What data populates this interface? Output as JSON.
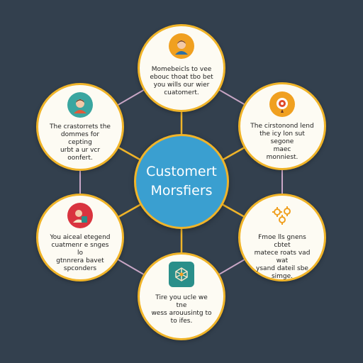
{
  "center": {
    "line1": "Customert",
    "line2": "Morsfiers"
  },
  "nodes": [
    {
      "id": "top",
      "icon": "person-avatar-icon",
      "icon_bg": "#f0a020",
      "text": [
        "Momebeicls to vee",
        "ebouc thoat tbo bet",
        "you wills our wier",
        "cuatomert."
      ]
    },
    {
      "id": "tl",
      "icon": "person-avatar-icon",
      "icon_bg": "#3aa6a0",
      "text": [
        "The crastorrets the",
        "dommes for cepting",
        "urbt a ur vcr",
        "oonfert."
      ]
    },
    {
      "id": "tr",
      "icon": "target-pin-icon",
      "icon_bg": "#f0a020",
      "text": [
        "The cirstonond lend",
        "the icy lon sut segone",
        "maec",
        "monniest."
      ]
    },
    {
      "id": "bl",
      "icon": "person-badge-icon",
      "icon_bg": "#d9343f",
      "text": [
        "You aiceal etegend",
        "cuatmenr e snges lo",
        "gtnnrera bavet",
        "spconders"
      ]
    },
    {
      "id": "br",
      "icon": "gears-icon",
      "icon_bg": "#fdfbf3",
      "text": [
        "Fmoe lls gnens cbtet",
        "matece roats vad wat",
        "ysand dateil sbe",
        "simge."
      ]
    },
    {
      "id": "bottom",
      "icon": "network-cube-icon",
      "icon_bg": "#2a8f8a",
      "text": [
        "Tire you ucle we tne",
        "wess arouusintg to",
        "to ifes."
      ]
    }
  ],
  "colors": {
    "background": "#33404e",
    "center_fill": "#3a9fd0",
    "node_fill": "#fdfbf3",
    "node_border": "#f0b429",
    "spoke": "#f0b429",
    "ring": "#c9a6c6"
  }
}
